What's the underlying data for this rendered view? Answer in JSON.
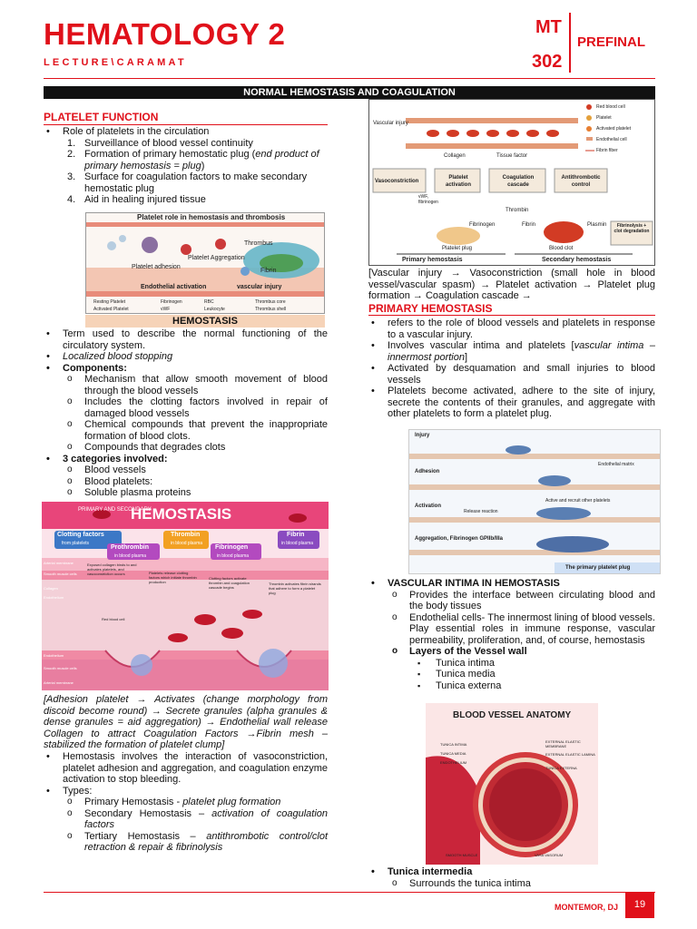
{
  "header": {
    "title": "HEMATOLOGY 2",
    "subtitle": "LECTURE\\CARAMAT",
    "course_line1": "MT",
    "course_line2": "302",
    "exam": "PREFINAL",
    "topic": "NORMAL HEMOSTASIS AND COAGULATION"
  },
  "platelet_function": {
    "heading": "PLATELET FUNCTION",
    "bullet": "Role of platelets in the circulation",
    "items": [
      {
        "num": "1.",
        "text": "Surveillance of blood vessel continuity"
      },
      {
        "num": "2.",
        "text": "Formation of primary hemostatic plug (",
        "italic": "end product of primary hemostasis = plug",
        "tail": ")"
      },
      {
        "num": "3.",
        "text": "Surface for coagulation factors to make secondary hemostatic plug"
      },
      {
        "num": "4.",
        "text": "Aid in healing injured tissue"
      }
    ],
    "figure": {
      "title": "Platelet role in hemostasis and thrombosis",
      "labels": [
        "Thrombus",
        "Platelet adhesion",
        "Platelet Aggregation",
        "Endothelial activation",
        "vascular injury",
        "Fibrin",
        "Resting Platelet",
        "Activated Platelet",
        "Fibrinogen",
        "vWF",
        "RBC",
        "Leukocyte",
        "Thrombus core",
        "Thrombus shell"
      ]
    }
  },
  "hemostasis": {
    "heading": "HEMOSTASIS",
    "bullets": [
      "Term used to describe the normal functioning of the circulatory system.",
      "Localized blood stopping",
      "Components:"
    ],
    "components": [
      "Mechanism that allow smooth movement of blood through the blood vessels",
      "Includes the clotting factors involved in repair of damaged blood vessels",
      "Chemical compounds that prevent the inappropriate formation of blood clots.",
      "Compounds that degrades clots"
    ],
    "categories_heading": "3 categories involved:",
    "categories": [
      "Blood vessels",
      "Blood platelets:",
      "Soluble plasma proteins"
    ],
    "infographic": {
      "subtitle": "PRIMARY AND SECONDARY",
      "title": "HEMOSTASIS",
      "tags": [
        {
          "label": "Clotting factors",
          "sub": "from platelets"
        },
        {
          "label": "Thrombin",
          "sub": "in blood plasma"
        },
        {
          "label": "Fibrin",
          "sub": "in blood plasma"
        },
        {
          "label": "Prothrombin",
          "sub": "in blood plasma"
        },
        {
          "label": "Fibrinogen",
          "sub": "in blood plasma"
        }
      ],
      "steps": [
        "Exposed collagen binds to and activates platelets, and vasoconstriction occurs",
        "Platelets release clotting factors which initiate thrombin production",
        "Clotting factors activate thrombin and coagulation cascade begins",
        "Thrombin activates fibrin strands that adhere to form a platelet plug"
      ],
      "side_labels": [
        "Arterial membrane",
        "Smooth muscle cells",
        "Collagen",
        "Endothelium",
        "Red blood cell",
        "Endothelium",
        "Smooth muscle cells",
        "Arterial membrane"
      ]
    },
    "caption": "[Adhesion platelet → Activates (change morphology from discoid become round) → Secrete granules (alpha granules & dense granules = aid aggregation) → Endothelial wall release Collagen to attract Coagulation Factors →Fibrin mesh – stabilized the formation of platelet clump]",
    "interaction": "Hemostasis involves the interaction of vasoconstriction, platelet adhesion and aggregation, and coagulation enzyme activation to stop bleeding.",
    "types_label": "Types:",
    "types": [
      {
        "text": "Primary Hemostasis - ",
        "italic": "platelet plug formation"
      },
      {
        "text": "Secondary Hemostasis – ",
        "italic": "activation of coagulation factors"
      },
      {
        "text": "Tertiary Hemostasis – ",
        "italic": "antithrombotic control/clot retraction & repair & fibrinolysis"
      }
    ]
  },
  "flow_figure": {
    "labels": [
      "Vascular injury",
      "Collagen",
      "Tissue factor",
      "Vasoconstriction",
      "Platelet activation",
      "Coagulation cascade",
      "Antithrombotic control",
      "vWF, fibrinogen",
      "Thrombin",
      "Fibrinogen",
      "Fibrin",
      "Plasmin",
      "Fibrinolysis + clot degradation",
      "Platelet plug",
      "Blood clot",
      "Primary hemostasis",
      "Secondary hemostasis"
    ],
    "legend": [
      "Red blood cell",
      "Platelet",
      "Activated platelet",
      "Endothelial cell",
      "Fibrin fiber"
    ]
  },
  "flow_caption": "[Vascular injury → Vasoconstriction (small hole in blood vessel/vascular spasm) → Platelet activation → Platelet plug formation → Coagulation cascade →",
  "primary_hemostasis": {
    "heading": "PRIMARY HEMOSTASIS",
    "bullets": [
      "refers to the role of blood vessels and platelets in response to a vascular injury.",
      "Involves vascular intima and platelets [",
      "Activated by desquamation and small injuries to blood vessels",
      "Platelets become activated, adhere to the site of injury, secrete the contents of their granules, and aggregate with other platelets to form a platelet plug."
    ],
    "intima_italic": "vascular intima – innermost portion",
    "figure_labels": [
      "Injury",
      "Adhesion",
      "Activation",
      "Aggregation, Fibrinogen GPIIb/IIIa",
      "The primary platelet plug",
      "Endothelial matrix",
      "Release reaction",
      "Active and recruit other platelets"
    ]
  },
  "vascular_intima": {
    "heading": "VASCULAR INTIMA IN HEMOSTASIS",
    "items": [
      "Provides the interface between circulating blood and the body tissues",
      "Endothelial cells- The innermost lining of blood vessels. Play essential roles in immune response, vascular permeability, proliferation, and, of course, hemostasis"
    ],
    "layers_heading": "Layers of the Vessel wall",
    "layers": [
      "Tunica intima",
      "Tunica media",
      "Tunica externa"
    ],
    "anatomy": {
      "title": "BLOOD VESSEL ANATOMY",
      "labels": [
        "EXTERNAL ELASTIC MEMBRANE",
        "TUNICA INTIMA",
        "TUNICA MEDIA",
        "ENDOTHELIUM",
        "EXTERNAL ELASTIC LAMINA",
        "TUNICA EXTERNA",
        "SMOOTH MUSCLE",
        "VASA VASORUM"
      ]
    }
  },
  "tunica_intermedia": {
    "heading": "Tunica intermedia",
    "item": "Surrounds the tunica intima"
  },
  "footer": {
    "author": "MONTEMOR, DJ",
    "page": "19"
  }
}
